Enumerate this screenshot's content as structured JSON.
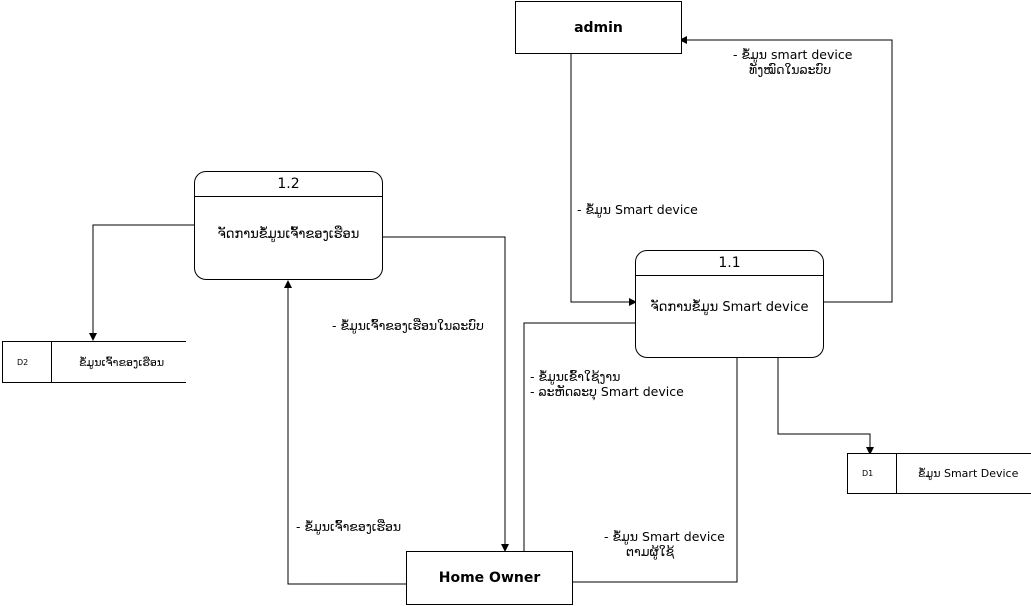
{
  "entities": {
    "admin": "admin",
    "home_owner": "Home Owner"
  },
  "processes": {
    "p11": {
      "id": "1.1",
      "name": "ຈັດການຂໍ້ມູນ Smart device"
    },
    "p12": {
      "id": "1.2",
      "name": "ຈັດການຂໍ້ມູນເຈົ້າຂອງເຮືອນ"
    }
  },
  "stores": {
    "d1": {
      "id": "D1",
      "name": "ຂໍ້ມູນ Smart Device"
    },
    "d2": {
      "id": "D2",
      "name": "ຂໍ້ມູນເຈົ້າຂອງເຮືອນ"
    }
  },
  "flows": {
    "p11_to_admin": [
      "- ຂໍ້ມູນ smart device",
      "ທັງໝົດໃນລະບົບ"
    ],
    "admin_to_p11": "- ຂໍ້ມູນ Smart device",
    "p12_to_home": "- ຂໍ້ມູນເຈົ້າຂອງເຮືອນໃນລະບົບ",
    "home_to_p11": [
      "- ຂໍ້ມູນເຂົ້າໃຊ້ງານ",
      "- ລະຫັດລະບຸ Smart device"
    ],
    "home_to_p12": "- ຂໍ້ມູນເຈົ້າຂອງເຮືອນ",
    "p11_to_home": [
      "- ຂໍ້ມູນ Smart device",
      "ຕາມຜູ້ໃຊ້"
    ]
  }
}
